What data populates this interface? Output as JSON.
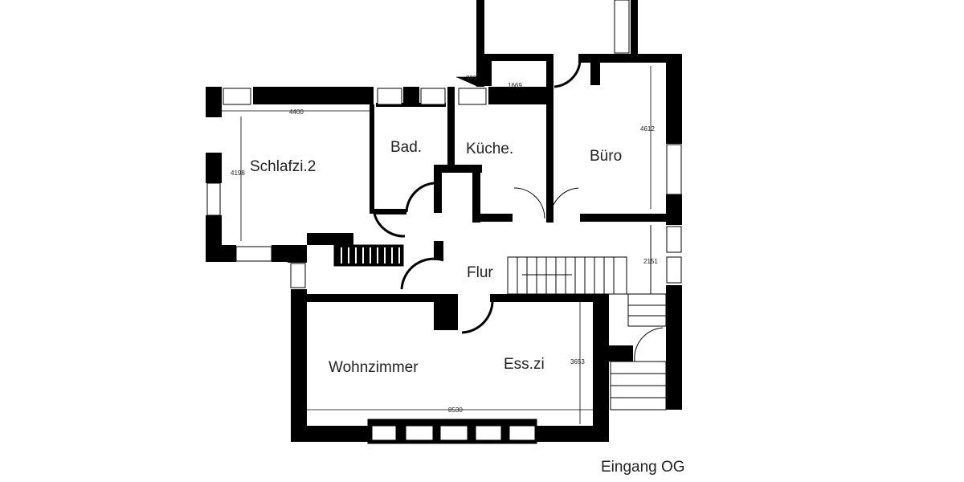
{
  "rooms": {
    "schlafzi": "Schlafzi.2",
    "bad": "Bad.",
    "kueche": "Küche.",
    "buero": "Büro",
    "flur": "Flur",
    "wohnzimmer": "Wohnzimmer",
    "esszi": "Ess.zi"
  },
  "dimensions": {
    "schlafzi_width": "4400",
    "schlafzi_depth": "4198",
    "small_top": "393",
    "kueche_top": "1669",
    "buero_depth": "4612",
    "flur_depth": "2151",
    "ess_depth": "3653",
    "wohn_width": "8530"
  },
  "caption": "Eingang OG",
  "colors": {
    "wall": "#000000",
    "line": "#222222",
    "background": "#ffffff"
  }
}
